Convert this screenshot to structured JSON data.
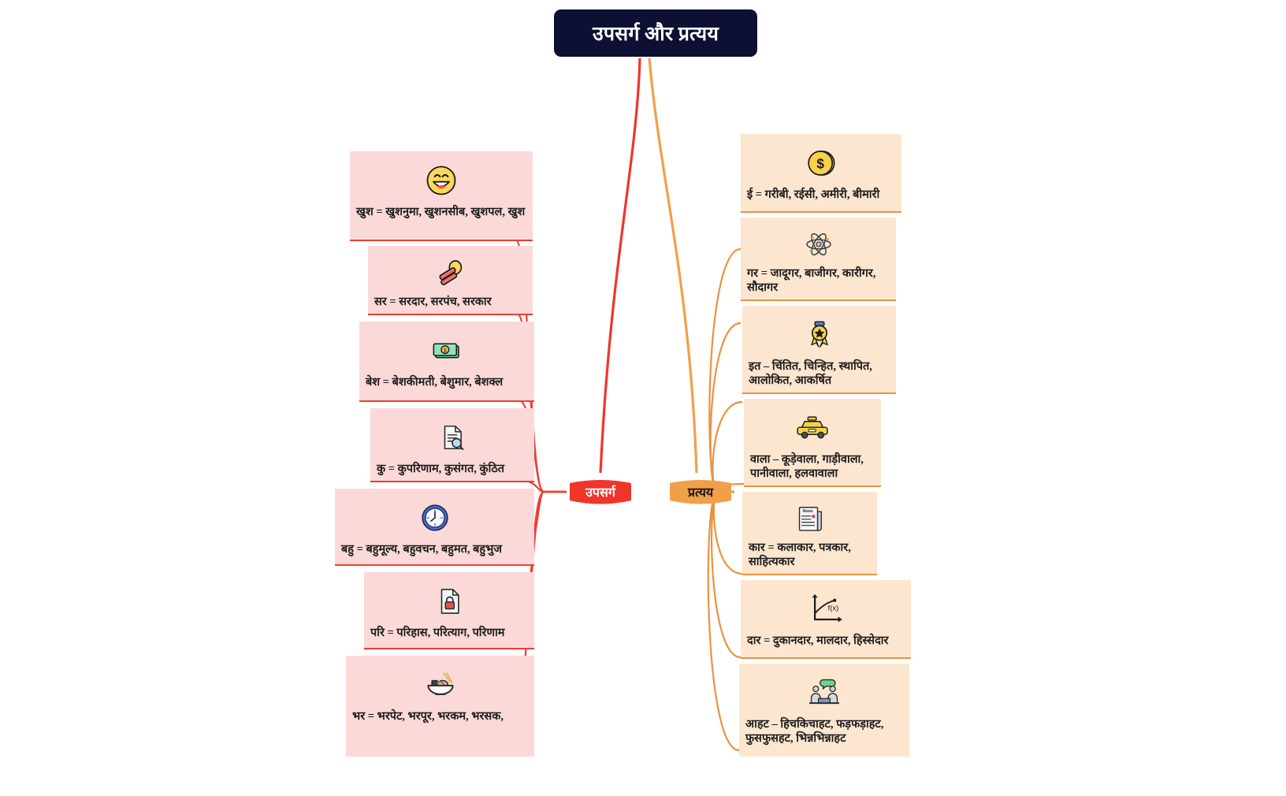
{
  "root": {
    "title": "उपसर्ग और प्रत्यय",
    "bg": "#0d1033",
    "color": "#ffffff"
  },
  "branches": [
    {
      "id": "prefix",
      "label": "उपसर्ग",
      "accent": "#f0352b",
      "side": "left"
    },
    {
      "id": "suffix",
      "label": "प्रत्यय",
      "accent": "#f0a049",
      "side": "right"
    }
  ],
  "left_cards": [
    {
      "icon": "grinning-face-icon",
      "text": "खुश = खुशनुमा, खुशनसीब, खुशपल, खुश"
    },
    {
      "icon": "stamp-icon",
      "text": "सर = सरदार, सरपंच, सरकार"
    },
    {
      "icon": "money-banknote-icon",
      "text": "बेश = बेशकीमती, बेशुमार, बेशक्ल"
    },
    {
      "icon": "document-search-icon",
      "text": "कु = कुपरिणाम, कुसंगत, कुंठित"
    },
    {
      "icon": "clock-icon",
      "text": "बहु = बहुमूल्य, बहुवचन, बहुमत, बहुभुज"
    },
    {
      "icon": "locked-document-icon",
      "text": "परि = परिहास, परित्याग, परिणाम"
    },
    {
      "icon": "noodle-bowl-icon",
      "text": "भर = भरपेट, भरपूर, भरकम, भरसक,"
    }
  ],
  "right_cards": [
    {
      "icon": "dollar-coin-icon",
      "text": "ई = गरीबी, रईसी, अमीरी, बीमारी"
    },
    {
      "icon": "atom-icon",
      "text": "गर = जादूगर, बाजीगर, कारीगर, सौदागर"
    },
    {
      "icon": "award-medal-icon",
      "text": "इत – चिंतित, चिन्हित, स्थापित, आलोकित, आकर्षित"
    },
    {
      "icon": "taxi-icon",
      "text": "वाला – कूड़ेवाला, गाड़ीवाला, पानीवाला, हलवावाला"
    },
    {
      "icon": "newspaper-icon",
      "text": "कार = कलाकार, पत्रकार, साहित्यकार"
    },
    {
      "icon": "function-graph-icon",
      "text": "दार = दुकानदार, मालदार, हिस्सेदार"
    },
    {
      "icon": "people-talking-icon",
      "text": "आहट – हिचकिचाहट, फड़फड़ाहट, फुसफुसहट, भिन्नभिन्नाहट"
    }
  ],
  "colors": {
    "left_card_bg": "#fbd9d8",
    "right_card_bg": "#fce6d0",
    "left_line": "#ef3d35",
    "right_line": "#eb9240",
    "root_bg": "#0d1033",
    "page_bg": "#ffffff"
  }
}
